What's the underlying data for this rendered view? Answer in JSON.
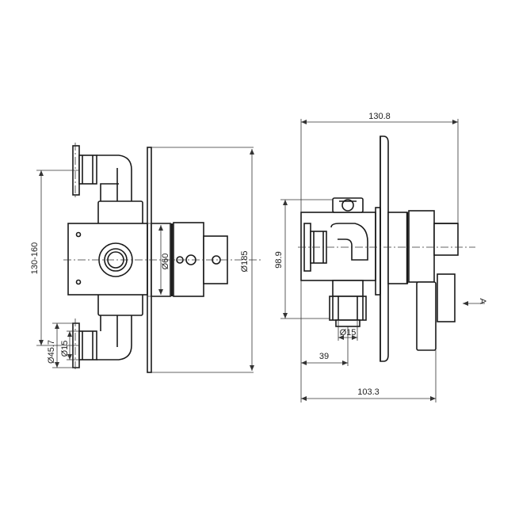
{
  "dimensions": {
    "width_overall": "130.8",
    "height_valve": "98.9",
    "inlet_offset": "39",
    "depth": "103.3",
    "inlet_diameter_side": "Ø15",
    "range_centres": "130-160",
    "inlet_outer": "Ø45.7",
    "inlet_diameter_front": "Ø15",
    "cartridge_diameter": "Ø60",
    "plate_diameter": "Ø185"
  },
  "view_marker": "A",
  "colors": {
    "line": "#1a1a1a",
    "background": "#ffffff"
  }
}
